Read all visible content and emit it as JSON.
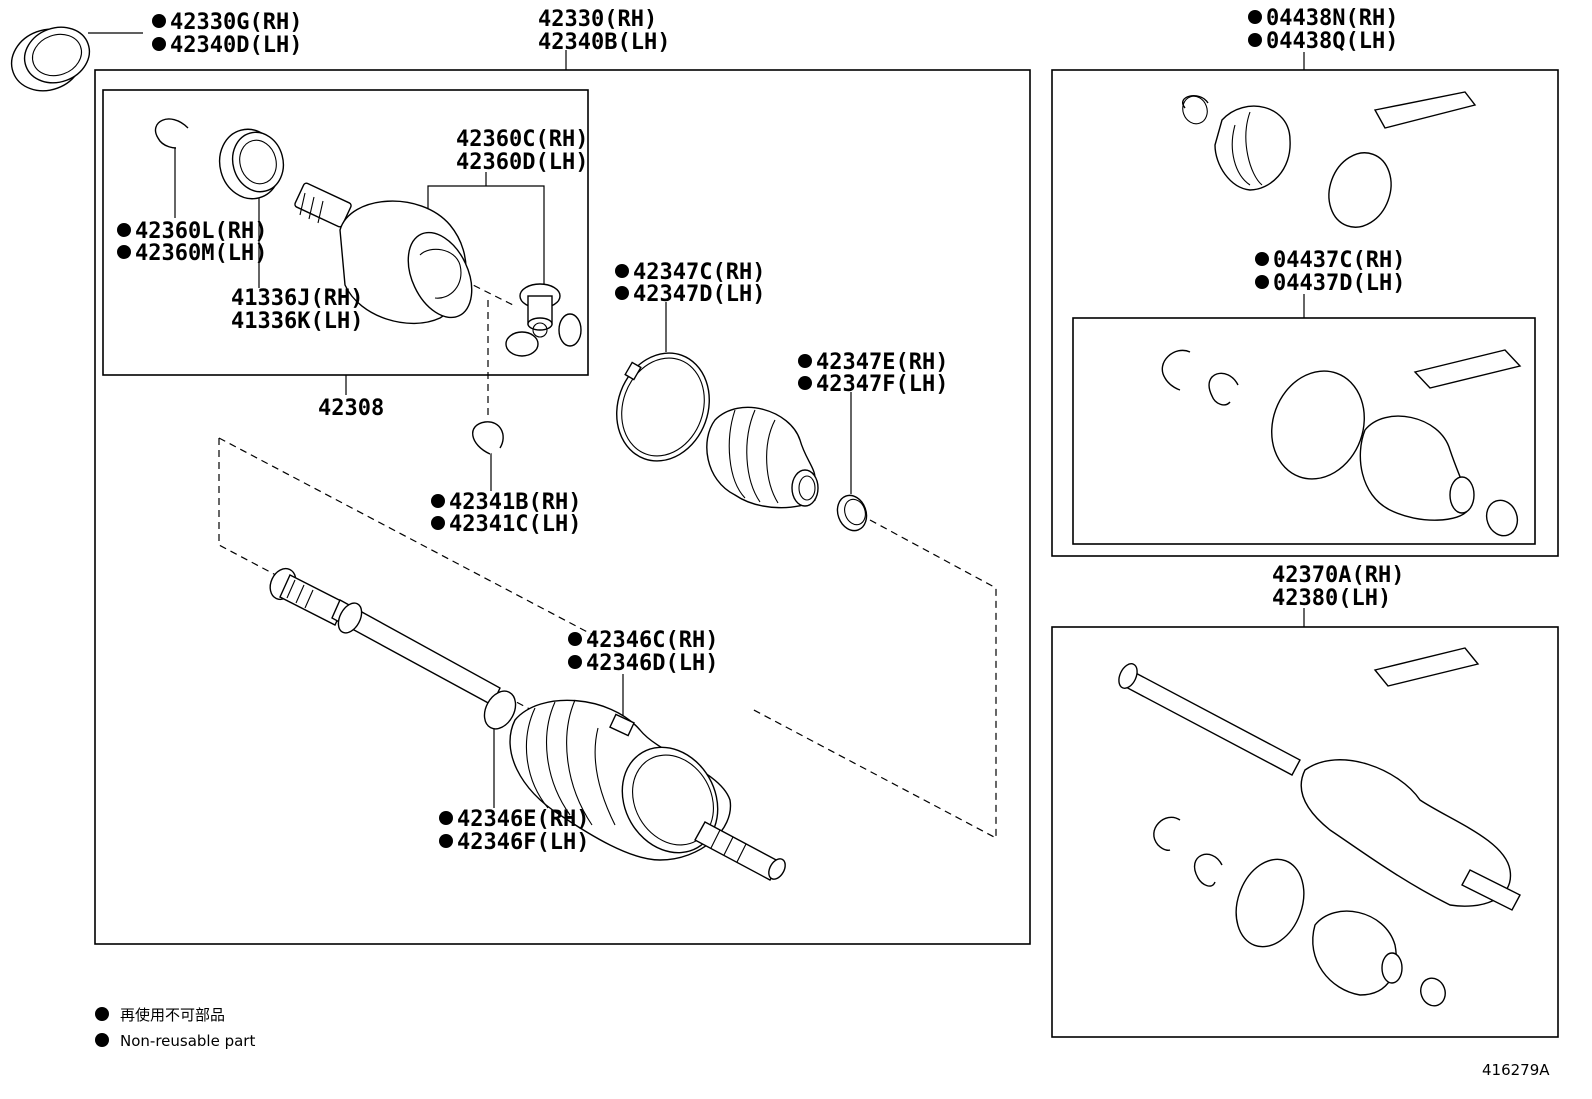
{
  "diagram_id": "416279A",
  "colors": {
    "ink": "#000000",
    "paper": "#ffffff"
  },
  "legend": {
    "marker": "●",
    "line_jp": "再使用不可部品",
    "line_en": "Non-reusable part"
  },
  "parts": {
    "p42330G": {
      "marked": true,
      "rh": "42330G(RH)",
      "lh": "42340D(LH)"
    },
    "p42330": {
      "marked": false,
      "rh": "42330(RH)",
      "lh": "42340B(LH)"
    },
    "p04438N": {
      "marked": true,
      "rh": "04438N(RH)",
      "lh": "04438Q(LH)"
    },
    "p04437C": {
      "marked": true,
      "rh": "04437C(RH)",
      "lh": "04437D(LH)"
    },
    "p42370A": {
      "marked": false,
      "rh": "42370A(RH)",
      "lh": "42380(LH)"
    },
    "p42360C": {
      "marked": false,
      "rh": "42360C(RH)",
      "lh": "42360D(LH)"
    },
    "p42360L": {
      "marked": true,
      "rh": "42360L(RH)",
      "lh": "42360M(LH)"
    },
    "p41336J": {
      "marked": false,
      "rh": "41336J(RH)",
      "lh": "41336K(LH)"
    },
    "p42308": {
      "marked": false,
      "single": "42308"
    },
    "p42347C": {
      "marked": true,
      "rh": "42347C(RH)",
      "lh": "42347D(LH)"
    },
    "p42347E": {
      "marked": true,
      "rh": "42347E(RH)",
      "lh": "42347F(LH)"
    },
    "p42341B": {
      "marked": true,
      "rh": "42341B(RH)",
      "lh": "42341C(LH)"
    },
    "p42346C": {
      "marked": true,
      "rh": "42346C(RH)",
      "lh": "42346D(LH)"
    },
    "p42346E": {
      "marked": true,
      "rh": "42346E(RH)",
      "lh": "42346F(LH)"
    }
  }
}
